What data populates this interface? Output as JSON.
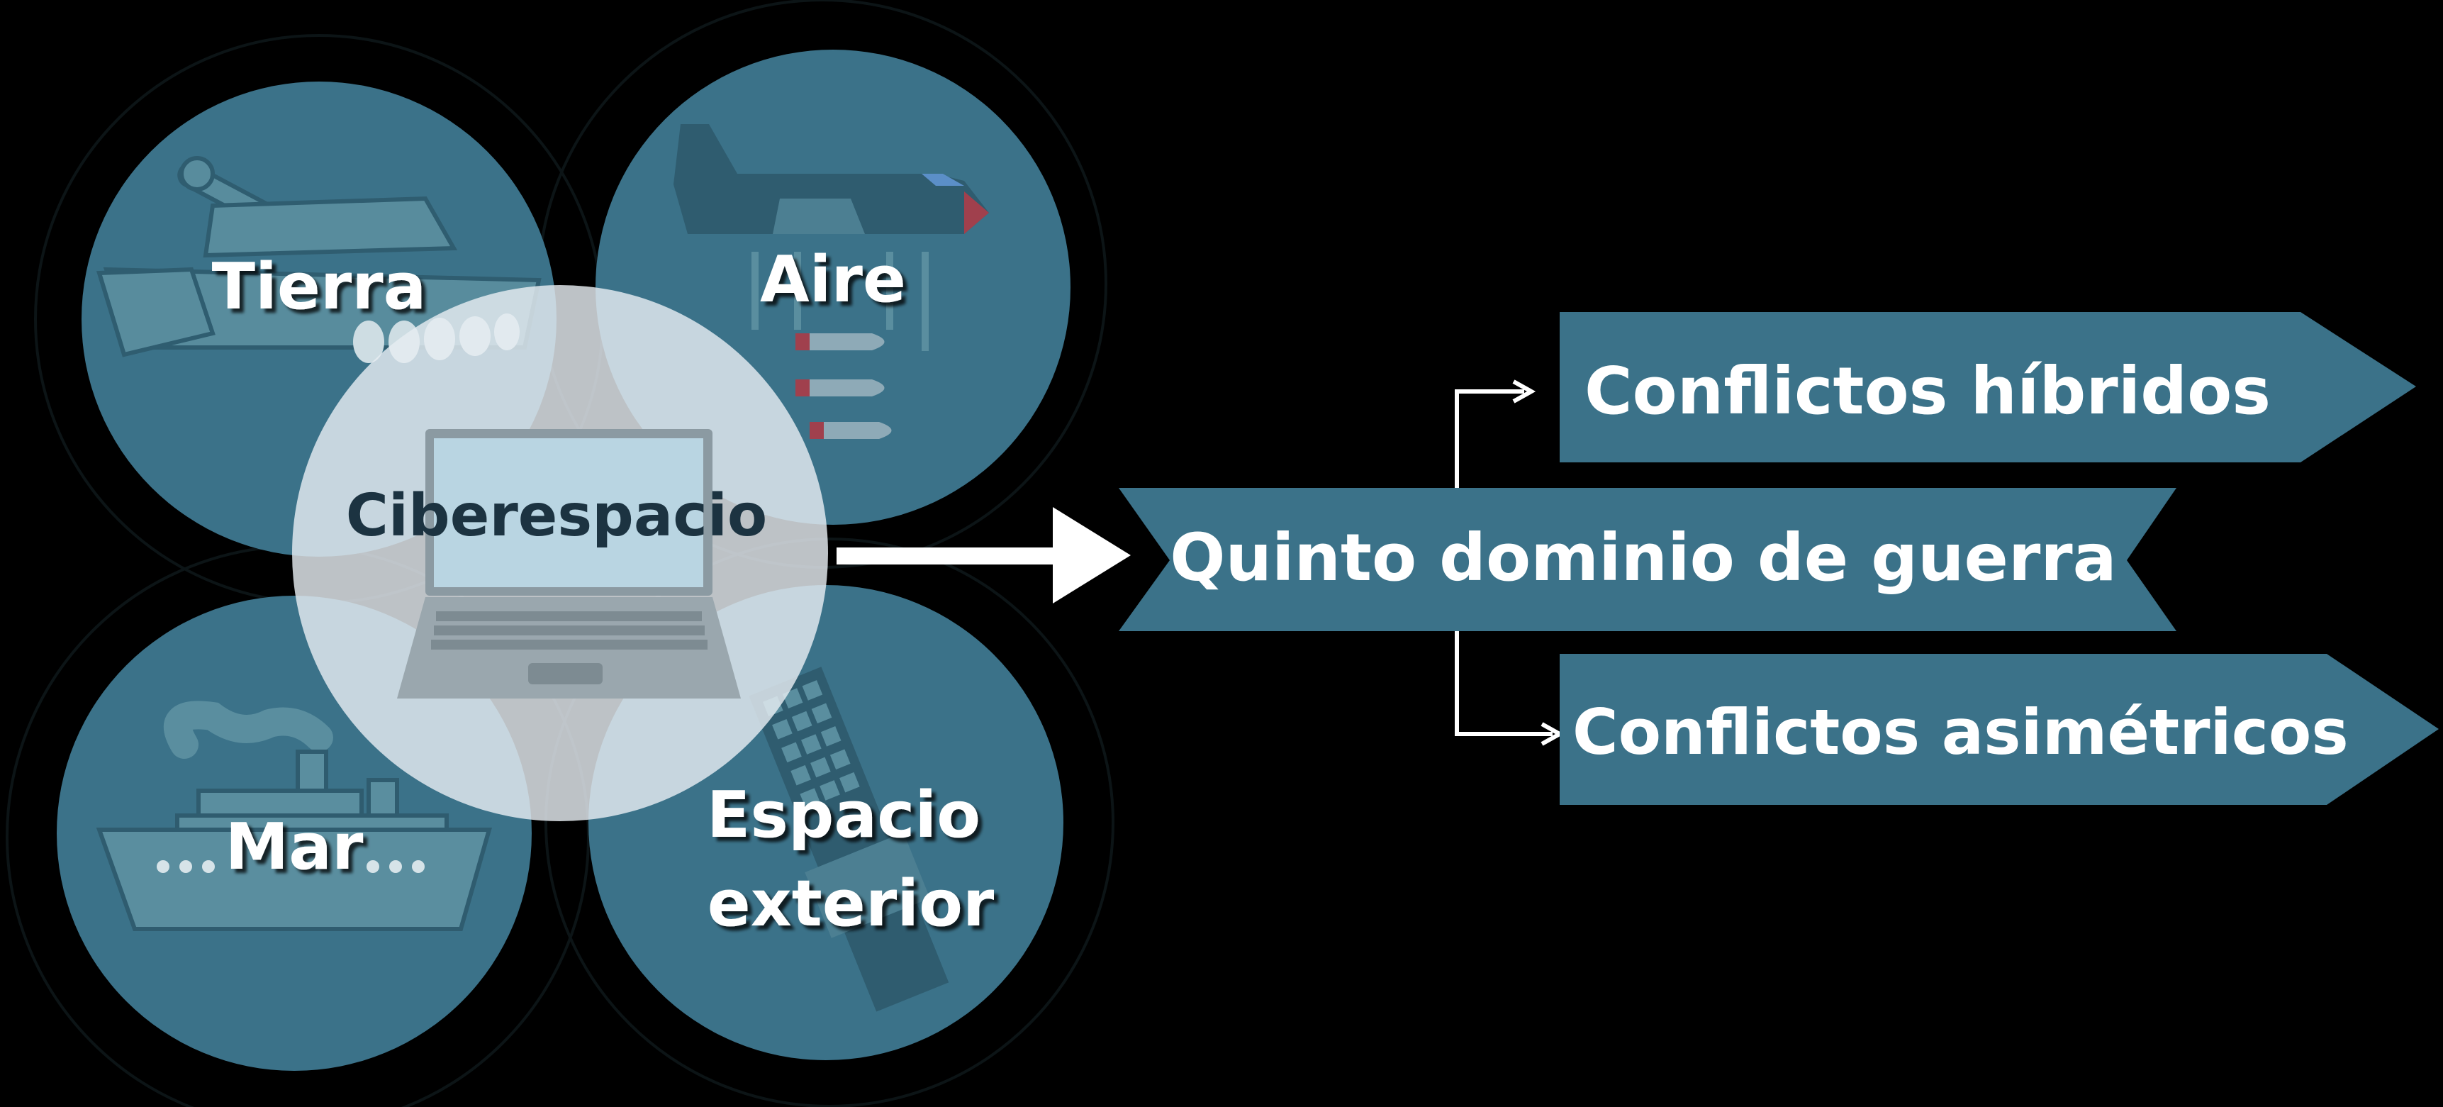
{
  "domains": {
    "land": "Tierra",
    "air": "Aire",
    "sea": "Mar",
    "space_line1": "Espacio",
    "space_line2": "exterior",
    "cyber": "Ciberespacio"
  },
  "result": "Quinto dominio de guerra",
  "branches": {
    "hybrid": "Conflictos híbridos",
    "asymmetric": "Conflictos asimétricos"
  },
  "colors": {
    "background": "#000000",
    "domain_circle": "#3b7289",
    "domain_icon": "#5a8e9f",
    "cyber_circle": "#e6edf1",
    "cyber_text": "#1c3341",
    "banner": "#3b7289",
    "text": "#ffffff",
    "arrow": "#ffffff"
  },
  "icons": {
    "land": "tank-icon",
    "air": "airplane-bombs-icon",
    "sea": "ship-icon",
    "space": "satellite-icon",
    "cyber": "laptop-icon"
  }
}
